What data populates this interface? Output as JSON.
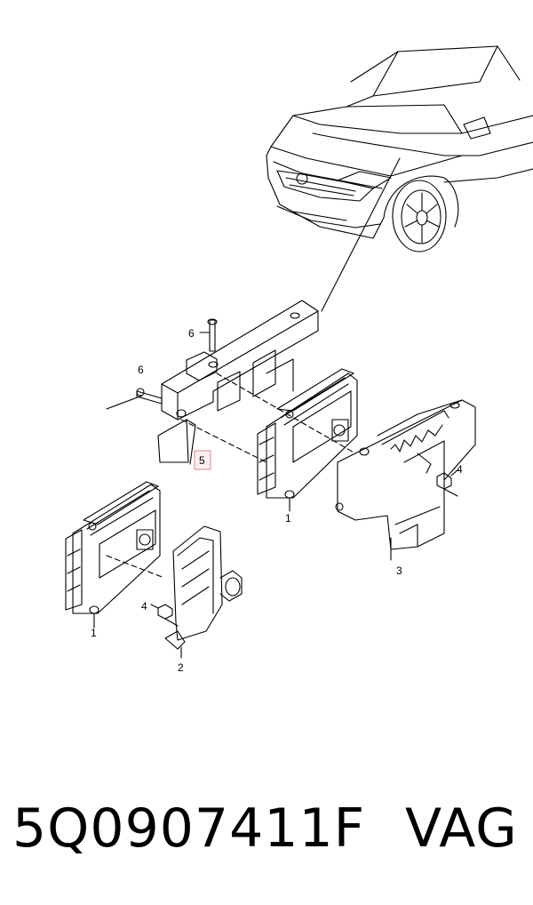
{
  "diagram": {
    "callouts": {
      "c1a": "1",
      "c1b": "1",
      "c2": "2",
      "c3": "3",
      "c4a": "4",
      "c4b": "4",
      "c5": "5",
      "c6a": "6",
      "c6b": "6"
    },
    "colors": {
      "line": "#000000",
      "highlight_box": "#d9a0a6",
      "highlight_fill": "#fbeef0"
    }
  },
  "footer": {
    "part_number": "5Q0907411F",
    "brand": "VAG"
  }
}
